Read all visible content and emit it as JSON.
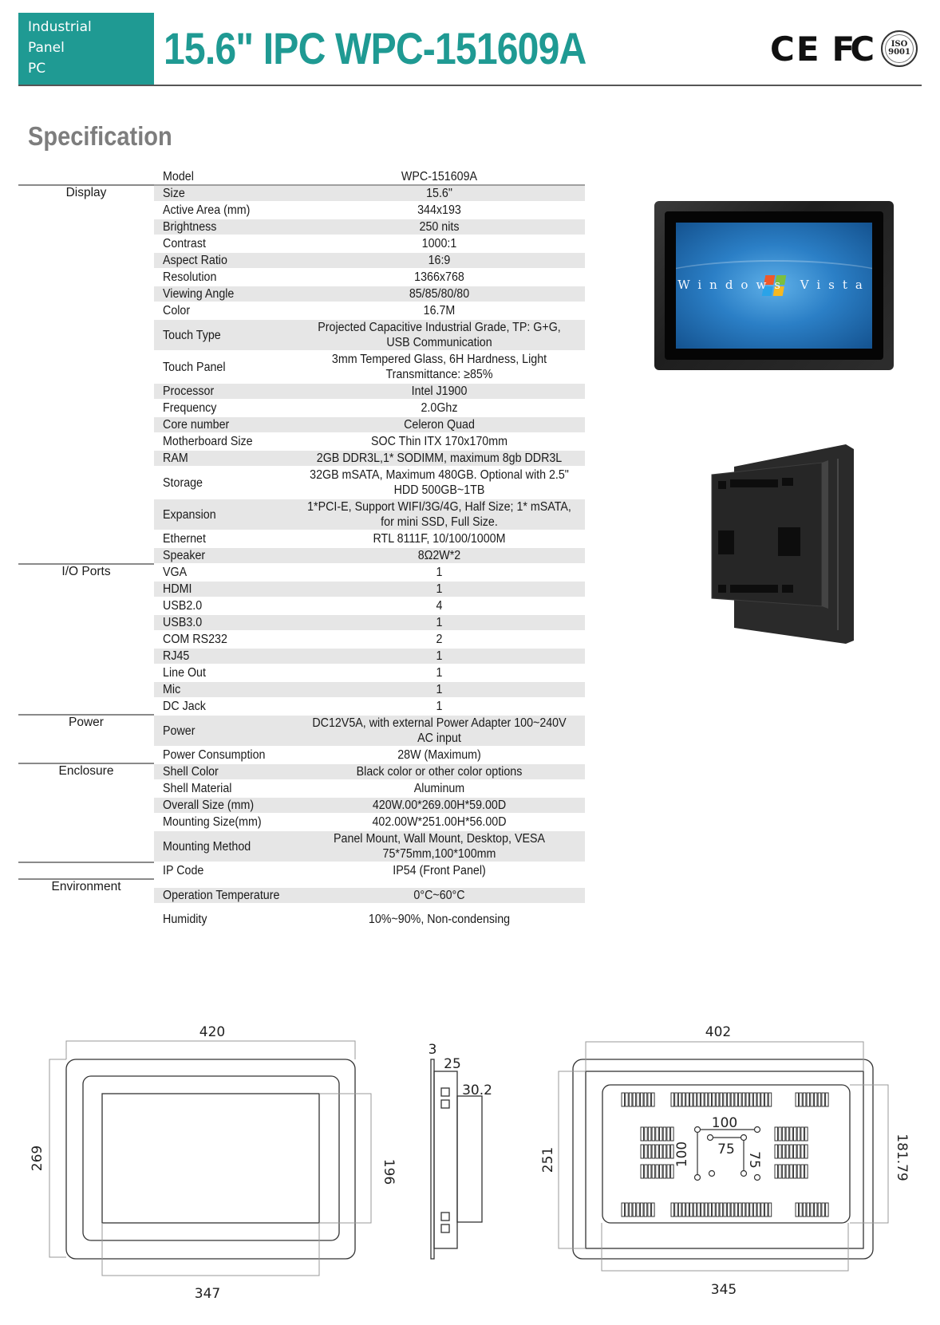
{
  "header": {
    "category_lines": [
      "Industrial",
      "Panel",
      "PC"
    ],
    "title": "15.6\" IPC WPC-151609A",
    "certifications": {
      "ce": "CE",
      "fcc": "FC",
      "iso_top": "ISO",
      "iso_bottom": "9001"
    },
    "brand_color": "#1f9a93"
  },
  "spec_heading": "Specification",
  "spec_table": {
    "model_row": {
      "key": "Model",
      "value": "WPC-151609A"
    },
    "groups": [
      {
        "name": "Display",
        "rows": [
          {
            "key": "Size",
            "value": "15.6\""
          },
          {
            "key": "Active Area  (mm)",
            "value": "344x193"
          },
          {
            "key": "Brightness",
            "value": "250 nits"
          },
          {
            "key": "Contrast",
            "value": "1000:1"
          },
          {
            "key": "Aspect Ratio",
            "value": "16:9"
          },
          {
            "key": "Resolution",
            "value": "1366x768"
          },
          {
            "key": "Viewing Angle",
            "value": "85/85/80/80"
          },
          {
            "key": "Color",
            "value": "16.7M"
          },
          {
            "key": "Touch Type",
            "value": "Projected Capacitive Industrial Grade, TP: G+G, USB Communication"
          },
          {
            "key": "Touch Panel",
            "value": "3mm Tempered Glass, 6H Hardness, Light Transmittance: ≥85%"
          },
          {
            "key": "Processor",
            "value": "Intel J1900"
          },
          {
            "key": "Frequency",
            "value": "2.0Ghz"
          },
          {
            "key": "Core number",
            "value": "Celeron Quad"
          },
          {
            "key": "Motherboard Size",
            "value": "SOC Thin ITX 170x170mm"
          },
          {
            "key": "RAM",
            "value": "2GB DDR3L,1* SODIMM, maximum 8gb DDR3L"
          },
          {
            "key": "Storage",
            "value": "32GB mSATA, Maximum 480GB. Optional with 2.5\" HDD 500GB~1TB"
          },
          {
            "key": "Expansion",
            "value": "1*PCI-E, Support WIFI/3G/4G, Half Size; 1* mSATA, for mini SSD, Full Size."
          },
          {
            "key": "Ethernet",
            "value": "RTL 8111F, 10/100/1000M"
          },
          {
            "key": "Speaker",
            "value": "8Ω2W*2"
          }
        ]
      },
      {
        "name": "I/O Ports",
        "rows": [
          {
            "key": "VGA",
            "value": "1"
          },
          {
            "key": "HDMI",
            "value": "1"
          },
          {
            "key": "USB2.0",
            "value": "4"
          },
          {
            "key": "USB3.0",
            "value": "1"
          },
          {
            "key": "COM RS232",
            "value": "2"
          },
          {
            "key": "RJ45",
            "value": "1"
          },
          {
            "key": "Line Out",
            "value": "1"
          },
          {
            "key": "Mic",
            "value": "1"
          },
          {
            "key": "DC Jack",
            "value": "1"
          }
        ]
      },
      {
        "name": "Power",
        "rows": [
          {
            "key": "Power",
            "value": "DC12V5A, with external Power Adapter 100~240V AC input"
          },
          {
            "key": "Power Consumption",
            "value": "28W (Maximum)"
          }
        ]
      },
      {
        "name": "Enclosure",
        "rows": [
          {
            "key": "Shell Color",
            "value": "Black color or other color options"
          },
          {
            "key": "Shell Material",
            "value": "Aluminum"
          },
          {
            "key": "Overall Size (mm)",
            "value": "420W.00*269.00H*59.00D"
          },
          {
            "key": "Mounting Size(mm)",
            "value": "402.00W*251.00H*56.00D"
          },
          {
            "key": "Mounting Method",
            "value": "Panel Mount, Wall Mount, Desktop, VESA 75*75mm,100*100mm"
          }
        ]
      },
      {
        "name": "",
        "rows": [
          {
            "key": "IP Code",
            "value": "IP54 (Front Panel)"
          }
        ]
      },
      {
        "name": "Environment",
        "rows": [
          {
            "key": "Operation Temperature",
            "value": "0°C~60°C"
          },
          {
            "key": "Humidity",
            "value": "10%~90%, Non-condensing"
          }
        ]
      }
    ]
  },
  "photos": {
    "front_screen_text": "Windows Vista"
  },
  "drawings": {
    "front": {
      "width": "420",
      "height": "269",
      "screen_width": "347",
      "screen_height": "196"
    },
    "side": {
      "front_thickness": "3",
      "body_depth": "25",
      "back_depth": "30.2"
    },
    "back": {
      "width": "402",
      "height": "251",
      "inner_width": "345",
      "inner_height": "181.79",
      "vesa_large": "100",
      "vesa_small": "75"
    }
  }
}
